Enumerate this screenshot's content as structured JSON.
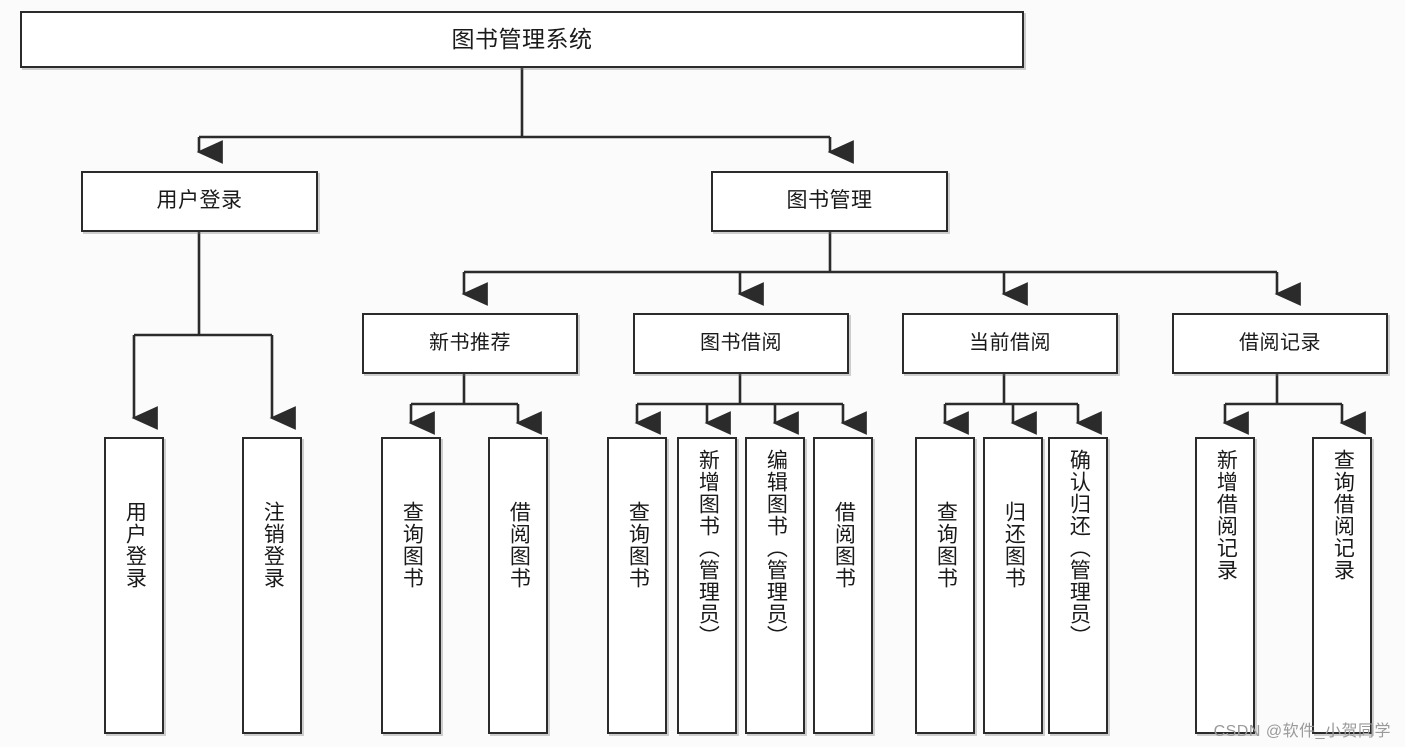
{
  "diagram": {
    "title": "图书管理系统",
    "type": "tree-hierarchy",
    "root": {
      "label": "图书管理系统"
    },
    "level2": [
      {
        "label": "用户登录"
      },
      {
        "label": "图书管理"
      }
    ],
    "level3": [
      {
        "label": "新书推荐"
      },
      {
        "label": "图书借阅"
      },
      {
        "label": "当前借阅"
      },
      {
        "label": "借阅记录"
      }
    ],
    "leaves": {
      "user_login": [
        {
          "label": "用户登录"
        },
        {
          "label": "注销登录"
        }
      ],
      "new_book_recommend": [
        {
          "label": "查询图书"
        },
        {
          "label": "借阅图书"
        }
      ],
      "book_borrow": [
        {
          "label": "查询图书"
        },
        {
          "label": "新增图书（管理员）"
        },
        {
          "label": "编辑图书（管理员）"
        },
        {
          "label": "借阅图书"
        }
      ],
      "current_borrow": [
        {
          "label": "查询图书"
        },
        {
          "label": "归还图书"
        },
        {
          "label": "确认归还（管理员）"
        }
      ],
      "borrow_record": [
        {
          "label": "新增借阅记录"
        },
        {
          "label": "查询借阅记录"
        }
      ]
    }
  },
  "watermark": {
    "text": "CSDN @软件_小贺同学"
  },
  "colors": {
    "border": "#2b2b2b",
    "background": "#fbfbfb",
    "text": "#1a1a1a",
    "watermark": "#9a9a9a"
  }
}
